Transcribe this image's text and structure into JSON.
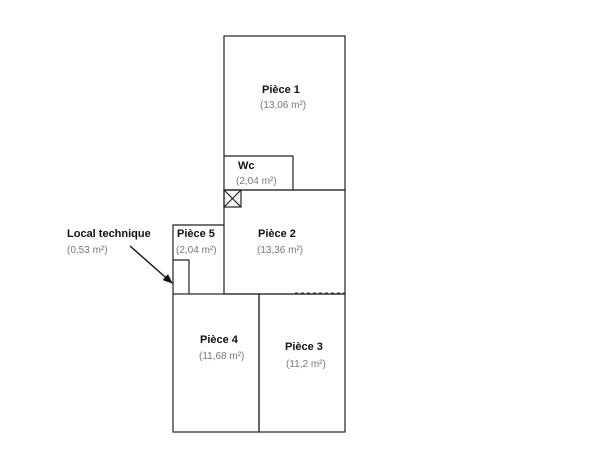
{
  "rooms": {
    "piece1": {
      "name": "Pièce 1",
      "area": "(13,06 m²)"
    },
    "wc": {
      "name": "Wc",
      "area": "(2,04 m²)"
    },
    "piece2": {
      "name": "Pièce 2",
      "area": "(13,36 m²)"
    },
    "piece5": {
      "name": "Pièce 5",
      "area": "(2,04 m²)"
    },
    "local_technique": {
      "name": "Local technique",
      "area": "(0,53 m²)"
    },
    "piece4": {
      "name": "Pièce 4",
      "area": "(11,68 m²)"
    },
    "piece3": {
      "name": "Pièce 3",
      "area": "(11,2 m²)"
    }
  },
  "colors": {
    "walls": "#222222",
    "name_text": "#111111",
    "area_text": "#777777"
  }
}
